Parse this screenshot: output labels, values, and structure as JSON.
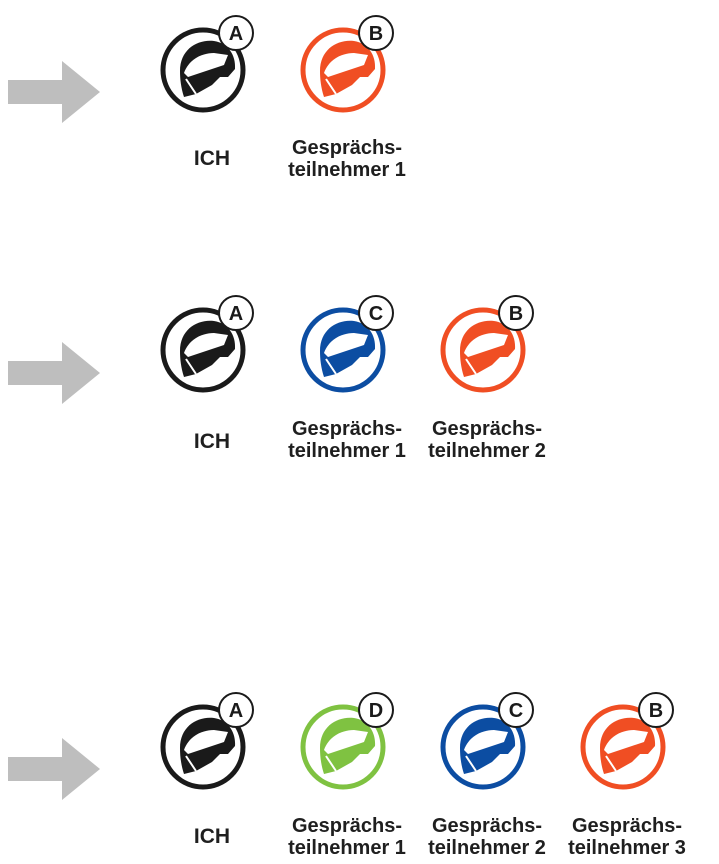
{
  "colors": {
    "me": "#1a1a1a",
    "orange": "#f04e23",
    "blue": "#0c4da2",
    "green": "#7fc241",
    "arrow": "#bebebe"
  },
  "rows": [
    {
      "helmets": [
        {
          "letter": "A",
          "color": "#1a1a1a",
          "label_1": "ICH",
          "label_2": ""
        },
        {
          "letter": "B",
          "color": "#f04e23",
          "label_1": "Gesprächs-",
          "label_2": "teilnehmer 1"
        }
      ]
    },
    {
      "helmets": [
        {
          "letter": "A",
          "color": "#1a1a1a",
          "label_1": "ICH",
          "label_2": ""
        },
        {
          "letter": "C",
          "color": "#0c4da2",
          "label_1": "Gesprächs-",
          "label_2": "teilnehmer 1"
        },
        {
          "letter": "B",
          "color": "#f04e23",
          "label_1": "Gesprächs-",
          "label_2": "teilnehmer 2"
        }
      ]
    },
    {
      "helmets": [
        {
          "letter": "A",
          "color": "#1a1a1a",
          "label_1": "ICH",
          "label_2": ""
        },
        {
          "letter": "D",
          "color": "#7fc241",
          "label_1": "Gesprächs-",
          "label_2": "teilnehmer 1"
        },
        {
          "letter": "C",
          "color": "#0c4da2",
          "label_1": "Gesprächs-",
          "label_2": "teilnehmer 2"
        },
        {
          "letter": "B",
          "color": "#f04e23",
          "label_1": "Gesprächs-",
          "label_2": "teilnehmer 3"
        }
      ]
    }
  ]
}
